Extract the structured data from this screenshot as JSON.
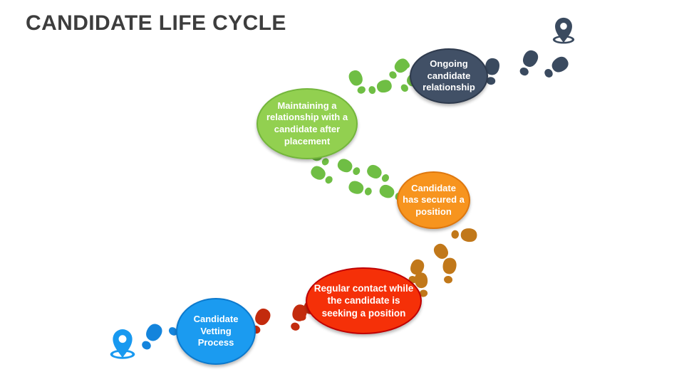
{
  "title": "CANDIDATE LIFE CYCLE",
  "colors": {
    "background": "#FFFFFF",
    "title": "#3D3D3D"
  },
  "stages": [
    {
      "id": "vetting",
      "label": "Candidate Vetting Process",
      "fill": "#1B9BF0",
      "border": "#0B79CD"
    },
    {
      "id": "regular-contact",
      "label": "Regular contact while the candidate is seeking a position",
      "fill": "#F53008",
      "border": "#C00000"
    },
    {
      "id": "secured-position",
      "label": "Candidate has secured a position",
      "fill": "#F7941E",
      "border": "#DE770E"
    },
    {
      "id": "maintaining-relationship",
      "label": "Maintaining a relationship with a candidate after placement",
      "fill": "#92D050",
      "border": "#74B63C"
    },
    {
      "id": "ongoing-relationship",
      "label": "Ongoing candidate relationship",
      "fill": "#415066",
      "border": "#2E3A4D"
    }
  ],
  "trails": [
    {
      "name": "start-to-vetting",
      "icon": "footsteps-icon",
      "color": "#1484DC"
    },
    {
      "name": "vetting-to-regular-contact",
      "icon": "footsteps-icon",
      "color": "#C32B0D"
    },
    {
      "name": "regular-contact-to-secured",
      "icon": "footsteps-icon",
      "color": "#C1781A"
    },
    {
      "name": "secured-to-maintaining",
      "icon": "footsteps-icon",
      "color": "#6FBE44"
    },
    {
      "name": "maintaining-to-ongoing",
      "icon": "footsteps-icon",
      "color": "#6FBE44"
    },
    {
      "name": "ongoing-to-end",
      "icon": "footsteps-icon",
      "color": "#3A4A5F"
    }
  ],
  "markers": {
    "start": {
      "icon": "location-pin-icon",
      "color": "#1899F0"
    },
    "end": {
      "icon": "location-pin-icon",
      "color": "#3A4A5F"
    }
  }
}
